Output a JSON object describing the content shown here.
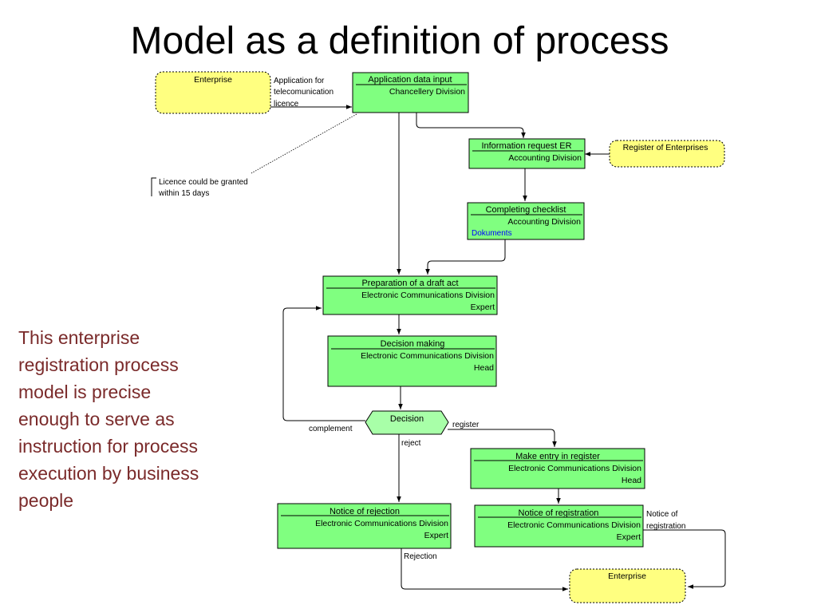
{
  "title": "Model as a definition of process",
  "side_text": [
    "This enterprise",
    "registration process",
    "model is precise",
    "enough to serve as",
    "instruction for process",
    "execution by business",
    "people"
  ],
  "colors": {
    "activity": "#80ff80",
    "event": "#ffff80",
    "decision": "#a8ffa8",
    "side_text": "#7a2a2a",
    "link_text": "#0000ff"
  },
  "events": {
    "enterprise_start": "Enterprise",
    "register_er": "Register of Enterprises",
    "enterprise_end": "Enterprise"
  },
  "activities": {
    "app_input": {
      "title": "Application data input",
      "unit": "Chancellery Division"
    },
    "info_request": {
      "title": "Information request ER",
      "unit": "Accounting Division"
    },
    "checklist": {
      "title": "Completing checklist",
      "unit": "Accounting Division",
      "link": "Dokuments"
    },
    "draft_act": {
      "title": "Preparation of a draft act",
      "unit": "Electronic Communications Division",
      "role": "Expert"
    },
    "decision_making": {
      "title": "Decision making",
      "unit": "Electronic Communications Division",
      "role": "Head"
    },
    "make_entry": {
      "title": "Make entry in register",
      "unit": "Electronic Communications Division",
      "role": "Head"
    },
    "notice_rejection": {
      "title": "Notice of rejection",
      "unit": "Electronic Communications Division",
      "role": "Expert"
    },
    "notice_registration": {
      "title": "Notice of registration",
      "unit": "Electronic Communications Division",
      "role": "Expert"
    }
  },
  "decision": {
    "label": "Decision"
  },
  "flow_labels": {
    "application": [
      "Application for",
      "telecomunication",
      "licence"
    ],
    "complement": "complement",
    "register": "register",
    "reject": "reject",
    "rejection": "Rejection",
    "notice_registration": [
      "Notice of",
      "registration"
    ]
  },
  "annotation": [
    "Licence could be granted",
    "within 15 days"
  ]
}
